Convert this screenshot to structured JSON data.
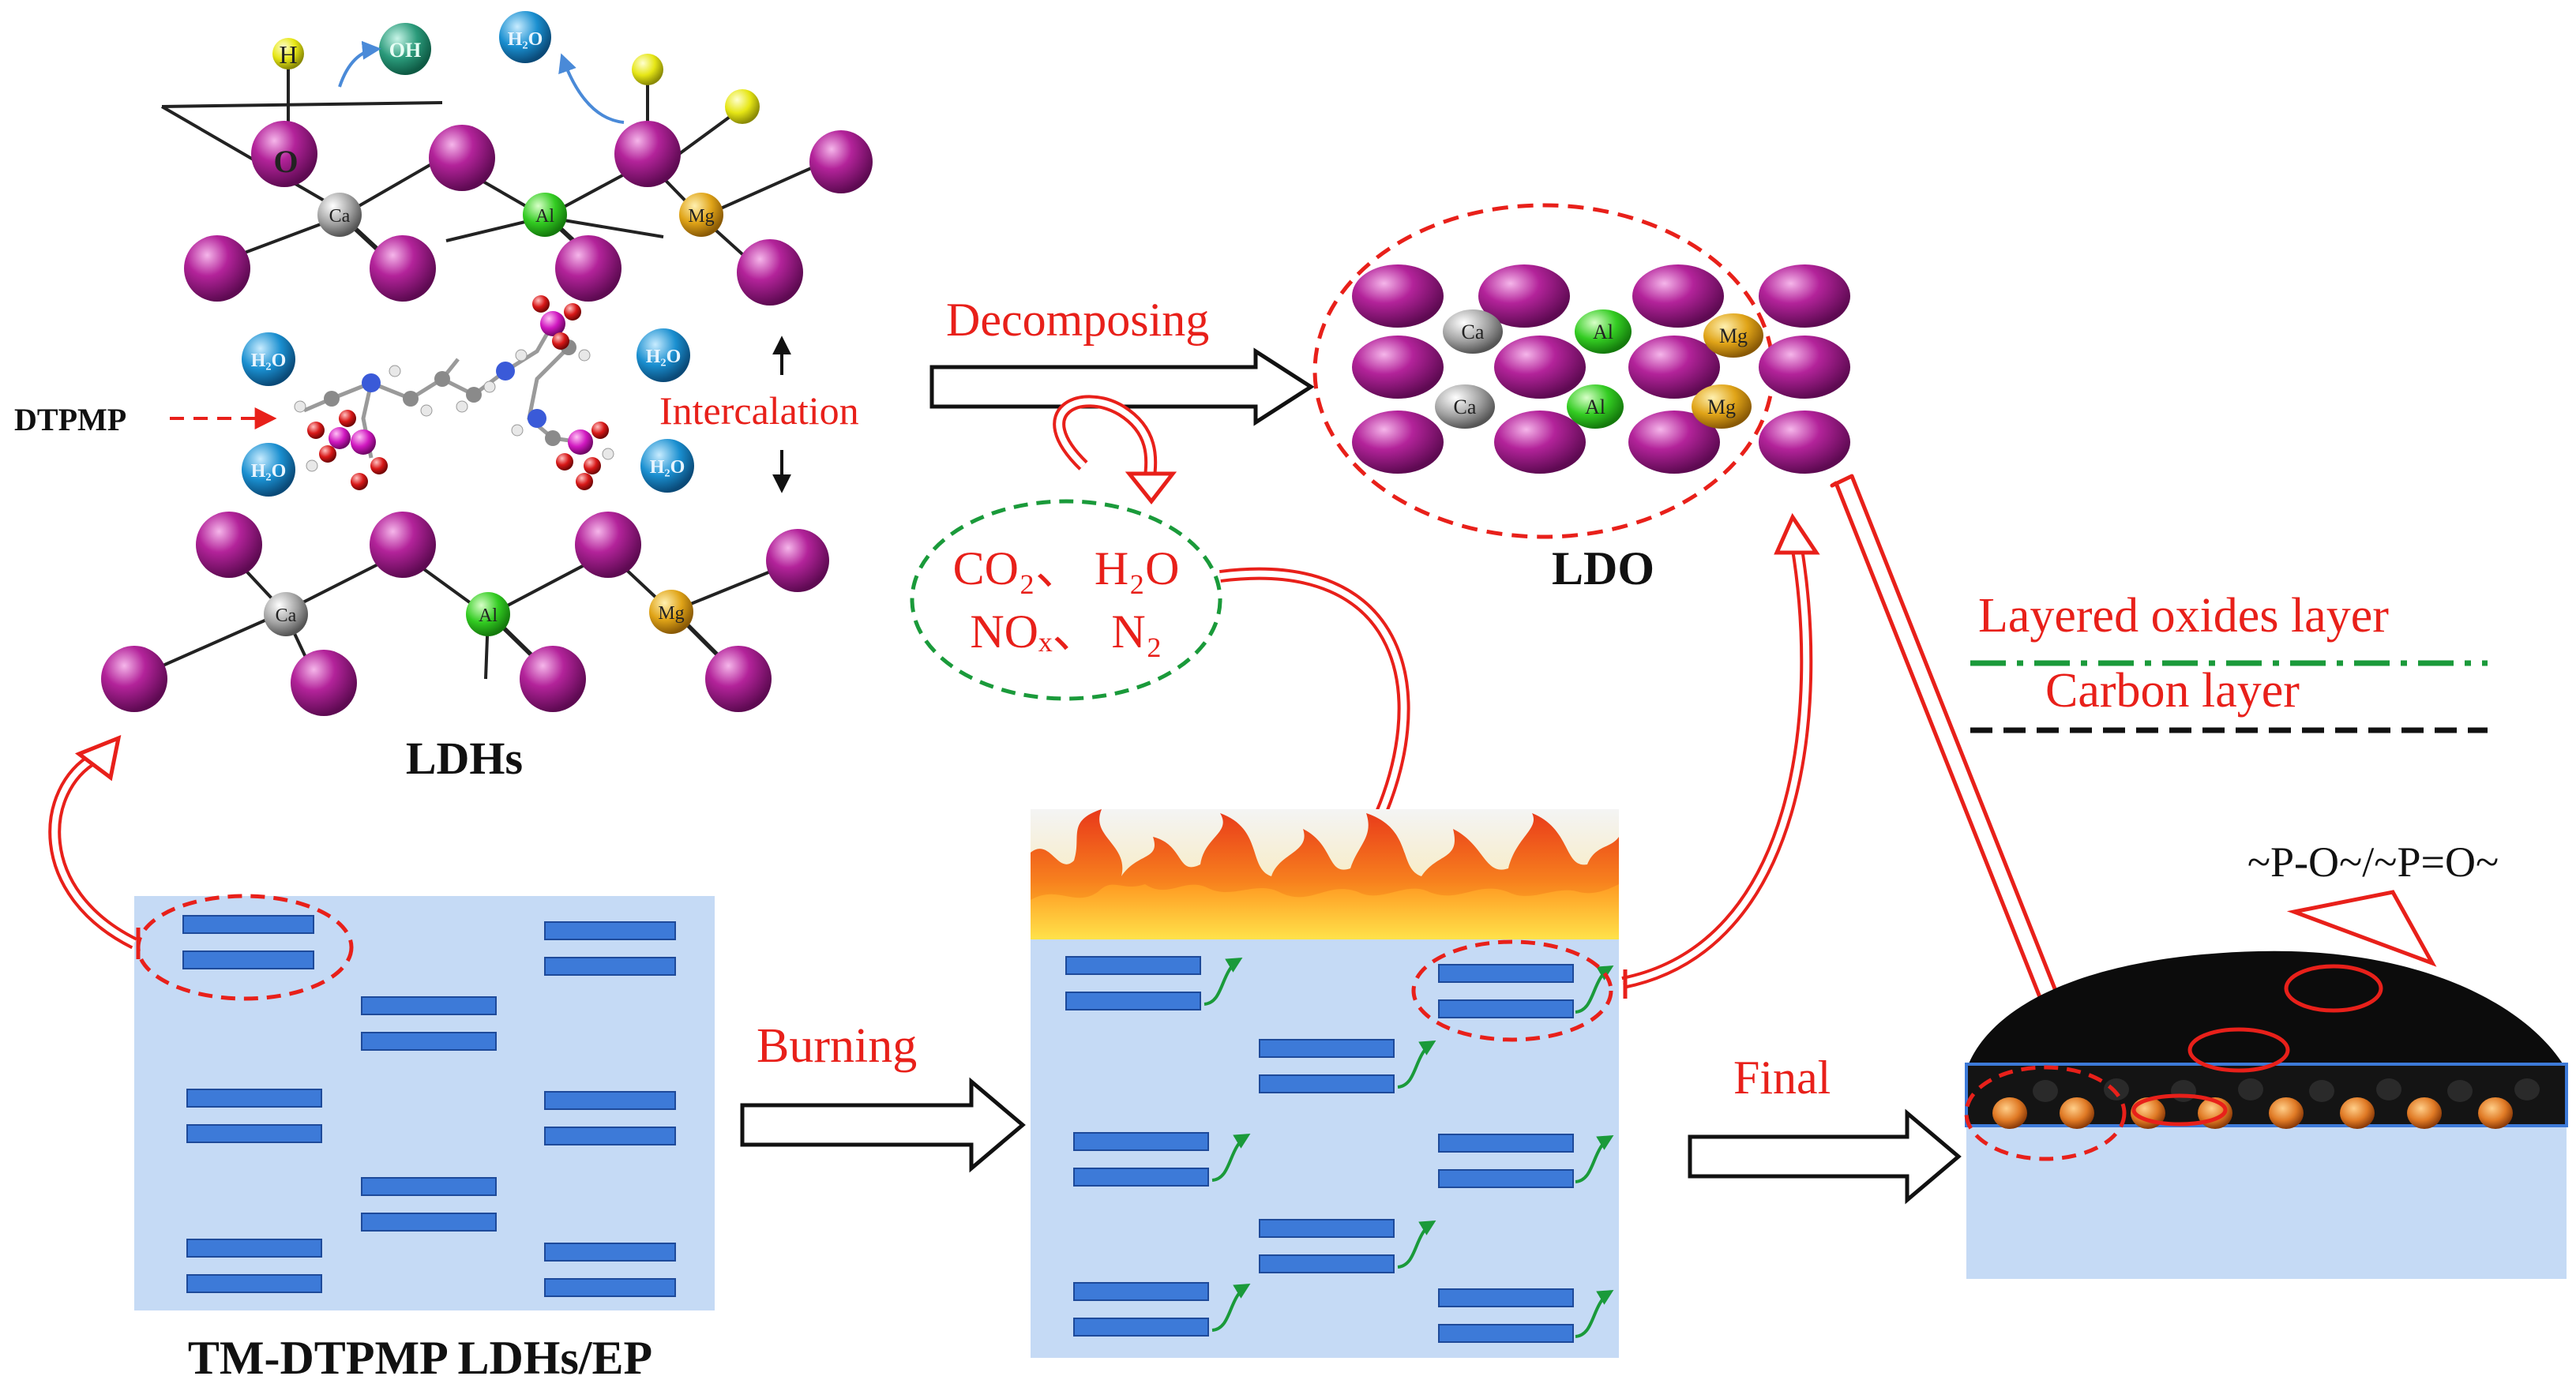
{
  "labels": {
    "ldhs": "LDHs",
    "ldo": "LDO",
    "dtpmp": "DTPMP",
    "intercalation": "Intercalation",
    "decomposing": "Decomposing",
    "burning": "Burning",
    "final": "Final",
    "composite": "TM-DTPMP LDHs/EP",
    "legend_oxide": "Layered oxides layer",
    "legend_carbon": "Carbon layer",
    "gas_line1": "CO₂、 H₂O",
    "gas_line2": "NOₓ、 N₂",
    "phosphorus": "~P-O~/~P=O~"
  },
  "atoms": {
    "ca": "Ca",
    "al": "Al",
    "mg": "Mg",
    "h": "H",
    "o": "O",
    "oh": "OH",
    "h2o": "H₂O"
  },
  "colors": {
    "lattice_sphere": "#b3239a",
    "ca": "#9a9a9a",
    "al": "#33cc22",
    "mg": "#e0a418",
    "hydrogen": "#e6e615",
    "oh_bubble": "#2a9a7a",
    "water": "#1a8fd0",
    "epoxy": "#c5daf5",
    "platelet": "#3d7ad8",
    "char": "#0c0c0c",
    "accent_red": "#e8201a",
    "legend_green": "#1a9a3a"
  }
}
